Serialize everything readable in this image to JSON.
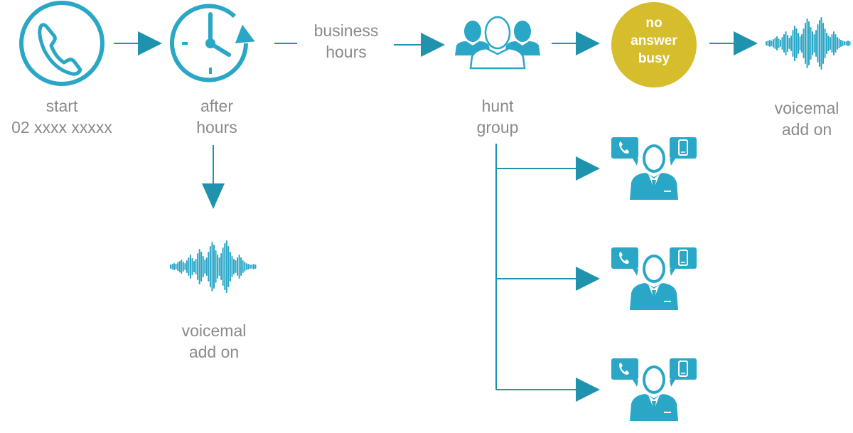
{
  "colors": {
    "accent": "#2aa6c7",
    "connector": "#1f93ad",
    "badge": "#d6bd2c",
    "label": "#8a8a8a"
  },
  "icons": [
    "phone-icon",
    "clock-icon",
    "team-icon",
    "voicemail-waveform-icon",
    "agent-icon",
    "phone-bubble-icon",
    "mobile-bubble-icon"
  ],
  "nodes": {
    "start": {
      "line1": "start",
      "line2": "02 xxxx xxxxx"
    },
    "after_hours": {
      "line1": "after",
      "line2": "hours"
    },
    "business_hours": {
      "line1": "business",
      "line2": "hours"
    },
    "hunt_group": {
      "line1": "hunt",
      "line2": "group"
    },
    "no_answer": {
      "line1": "no",
      "line2": "answer",
      "line3": "busy"
    },
    "voicemail_top": {
      "line1": "voicemal",
      "line2": "add on"
    },
    "voicemail_bottom": {
      "line1": "voicemal",
      "line2": "add on"
    }
  }
}
